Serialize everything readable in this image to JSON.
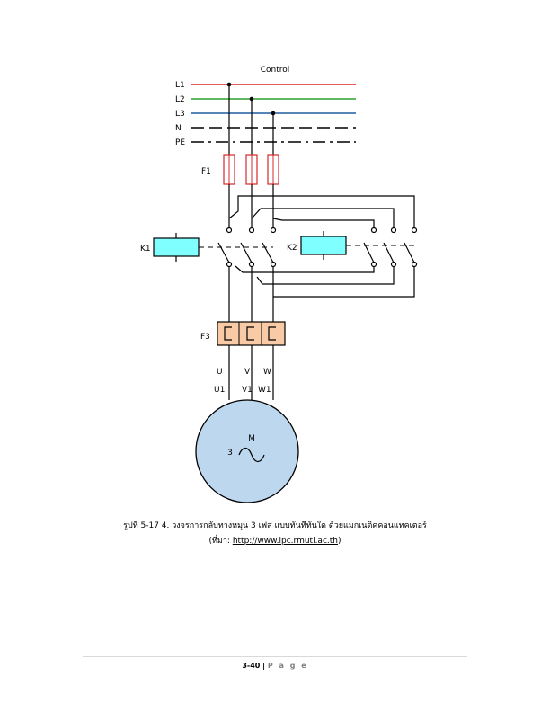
{
  "diagram": {
    "title": "Control",
    "lines": [
      {
        "label": "L1",
        "color": "#d62728"
      },
      {
        "label": "L2",
        "color": "#2ca02c"
      },
      {
        "label": "L3",
        "color": "#1f5fa0"
      },
      {
        "label": "N",
        "color": "#000000"
      },
      {
        "label": "PE",
        "color": "#000000"
      }
    ],
    "fuse_label": "F1",
    "contactor1_label": "K1",
    "contactor2_label": "K2",
    "overload_label": "F3",
    "terminals_top": [
      "U",
      "V",
      "W"
    ],
    "terminals_bottom": [
      "U1",
      "V1",
      "W1"
    ],
    "motor": {
      "label": "M",
      "phases": "3",
      "symbol": "~"
    },
    "colors": {
      "coil_fill": "#7fffff",
      "overload_fill": "#f8cba6",
      "motor_fill": "#bdd7ee",
      "fuse_color": "#d62728"
    }
  },
  "caption": {
    "line1": "รูปที่ 5-17 4. วงจรการกลับทางหมุน 3 เฟส แบบทันทีทันใด ด้วยแมกเนติคคอนแทคเตอร์",
    "line2_prefix": "(ที่มา: ",
    "link": "http://www.lpc.rmutl.ac.th",
    "line2_suffix": ")"
  },
  "footer": {
    "page": "3-40",
    "separator": "|",
    "label": "P a g e"
  }
}
